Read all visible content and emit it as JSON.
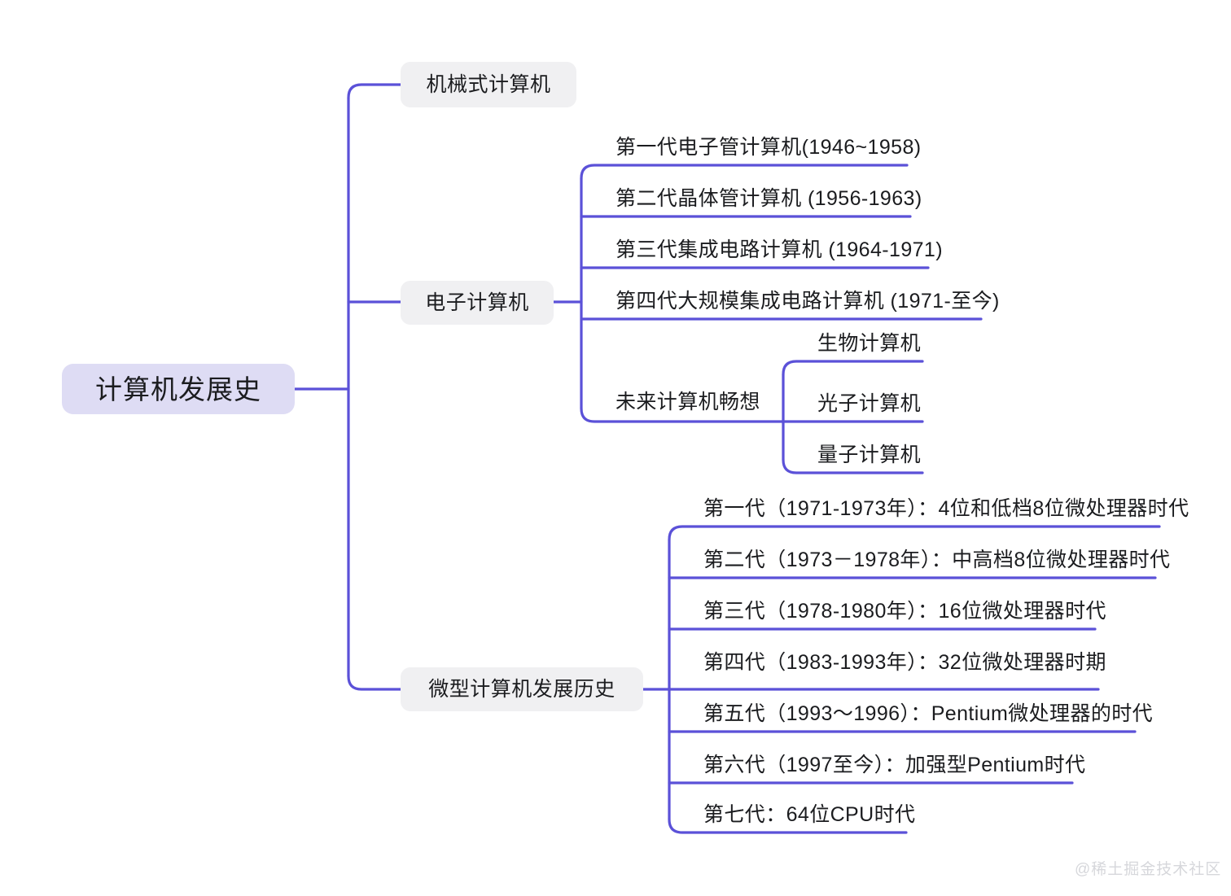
{
  "theme": {
    "background": "#ffffff",
    "line_color": "#5B51D8",
    "root_fill": "#DEDCF4",
    "branch_fill": "#F0F0F2",
    "text_color": "#1b1c1f",
    "watermark_color": "#D6D7DB"
  },
  "root": {
    "label": "计算机发展史"
  },
  "branches": [
    {
      "label": "机械式计算机",
      "children": []
    },
    {
      "label": "电子计算机",
      "children": [
        {
          "label": "第一代电子管计算机(1946~1958)"
        },
        {
          "label": "第二代晶体管计算机 (1956-1963)"
        },
        {
          "label": "第三代集成电路计算机 (1964-1971)"
        },
        {
          "label": "第四代大规模集成电路计算机 (1971-至今)"
        },
        {
          "label": "未来计算机畅想",
          "children": [
            {
              "label": "生物计算机"
            },
            {
              "label": "光子计算机"
            },
            {
              "label": "量子计算机"
            }
          ]
        }
      ]
    },
    {
      "label": "微型计算机发展历史",
      "children": [
        {
          "label": "第一代（1971-1973年）：4位和低档8位微处理器时代"
        },
        {
          "label": "第二代（1973－1978年）：中高档8位微处理器时代"
        },
        {
          "label": "第三代（1978-1980年）：16位微处理器时代"
        },
        {
          "label": "第四代（1983-1993年）：32位微处理器时期"
        },
        {
          "label": "第五代（1993～1996）：Pentium微处理器的时代"
        },
        {
          "label": "第六代（1997至今）：加强型Pentium时代"
        },
        {
          "label": "第七代：64位CPU时代"
        }
      ]
    }
  ],
  "watermark": {
    "text": "@稀土掘金技术社区"
  }
}
